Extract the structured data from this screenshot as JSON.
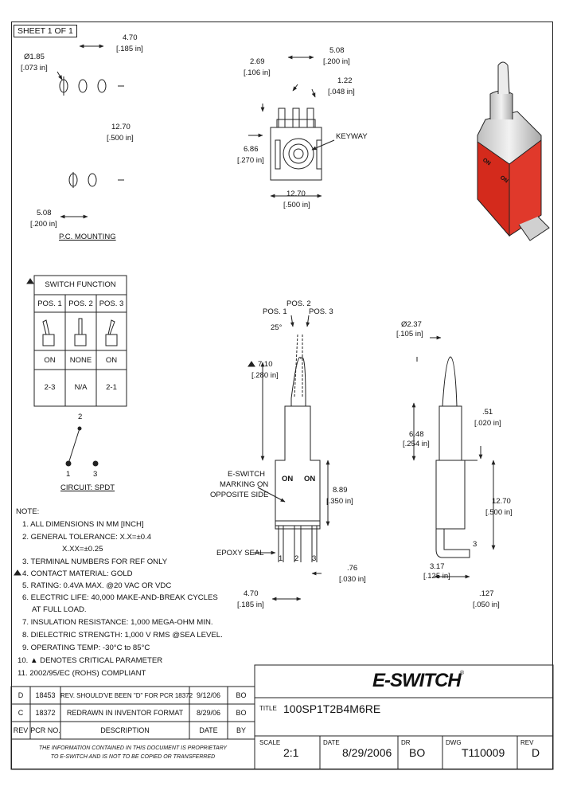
{
  "sheet_label": "SHEET 1 OF 1",
  "top_left_view": {
    "pin_dia": "Ø1.85",
    "pin_dia_in": "[.073 in]",
    "pitch": "4.70",
    "pitch_in": "[.185 in]",
    "row_spacing": "12.70",
    "row_spacing_in": "[.500 in]",
    "bottom_spacing": "5.08",
    "bottom_spacing_in": "[.200 in]",
    "caption": "P.C. MOUNTING"
  },
  "top_center_view": {
    "d1": "2.69",
    "d1_in": "[.106 in]",
    "d2": "5.08",
    "d2_in": "[.200 in]",
    "d3": "1.22",
    "d3_in": "[.048 in]",
    "d4": "6.86",
    "d4_in": "[.270 in]",
    "d5": "12.70",
    "d5_in": "[.500 in]",
    "keyway": "KEYWAY"
  },
  "switch_function": {
    "header": "SWITCH FUNCTION",
    "columns": [
      "POS. 1",
      "POS. 2",
      "POS. 3"
    ],
    "row_state": [
      "ON",
      "NONE",
      "ON"
    ],
    "row_terms": [
      "2-3",
      "N/A",
      "2-1"
    ]
  },
  "circuit": {
    "pin_top": "2",
    "pin_left": "1",
    "pin_right": "3",
    "caption": "CIRCUIT: SPDT"
  },
  "front_view": {
    "pos1": "POS. 1",
    "pos2": "POS. 2",
    "pos3": "POS. 3",
    "angle": "25°",
    "lever_len": "7.10",
    "lever_len_in": "[.280 in]",
    "marking": [
      "E-SWITCH",
      "MARKING ON",
      "OPPOSITE SIDE"
    ],
    "on_left": "ON",
    "on_right": "ON",
    "body_h": "8.89",
    "body_h_in": "[.350 in]",
    "epoxy": "EPOXY SEAL",
    "term_nums": [
      "1",
      "2",
      "3"
    ],
    "term_w": ".76",
    "term_w_in": "[.030 in]",
    "term_pitch": "4.70",
    "term_pitch_in": "[.185 in]"
  },
  "side_view": {
    "dia": "Ø2.37",
    "dia_in": "[.105 in]",
    "bushing": "6.48",
    "bushing_in": "[.254 in]",
    "ledge": ".51",
    "ledge_in": "[.020 in]",
    "body": "12.70",
    "body_in": "[.500 in]",
    "bend": "3.17",
    "bend_in": "[.125 in]",
    "foot": "3",
    "tail": ".127",
    "tail_in": "[.050 in]"
  },
  "notes": {
    "title": "NOTE:",
    "lines": [
      "1. ALL DIMENSIONS IN MM [INCH]",
      "2. GENERAL TOLERANCE: X.X=±0.4",
      "X.XX=±0.25",
      "3. TERMINAL NUMBERS FOR REF ONLY",
      "4. CONTACT MATERIAL: GOLD",
      "5. RATING: 0.4VA MAX. @20 VAC OR VDC",
      "6. ELECTRIC LIFE: 40,000 MAKE-AND-BREAK CYCLES",
      "AT FULL LOAD.",
      "7. INSULATION RESISTANCE: 1,000 MEGA-OHM MIN.",
      "8. DIELECTRIC STRENGTH: 1,000 V RMS @SEA LEVEL.",
      "9. OPERATING TEMP: -30°C to 85°C",
      "10. ▲ DENOTES CRITICAL PARAMETER",
      "11. 2002/95/EC (ROHS) COMPLIANT"
    ]
  },
  "revisions": {
    "rows": [
      {
        "rev": "D",
        "pr": "18453",
        "desc": "REV. SHOULD'VE BEEN \"D\" FOR PCR 18372",
        "date": "9/12/06",
        "by": "BO"
      },
      {
        "rev": "C",
        "pr": "18372",
        "desc": "REDRAWN IN INVENTOR FORMAT",
        "date": "8/29/06",
        "by": "BO"
      }
    ],
    "header": {
      "rev": "REV",
      "pr": "PCR NO.",
      "desc": "DESCRIPTION",
      "date": "DATE",
      "by": "BY"
    }
  },
  "proprietary": [
    "THE INFORMATION CONTAINED IN THIS DOCUMENT IS PROPRIETARY",
    "TO E-SWITCH AND IS NOT TO BE COPIED OR TRANSFERRED"
  ],
  "title_block": {
    "logo": "E-SWITCH",
    "logo_mark": "®",
    "title_label": "TITLE",
    "title": "100SP1T2B4M6RE",
    "scale_label": "SCALE",
    "scale": "2:1",
    "date_label": "DATE",
    "date": "8/29/2006",
    "dr_label": "DR",
    "dr": "BO",
    "dwg_label": "DWG",
    "dwg": "T110009",
    "rev_label": "REV",
    "rev": "D"
  },
  "colors": {
    "line": "#222222",
    "red": "#d42a1c",
    "metal": "#d9d9d9"
  }
}
